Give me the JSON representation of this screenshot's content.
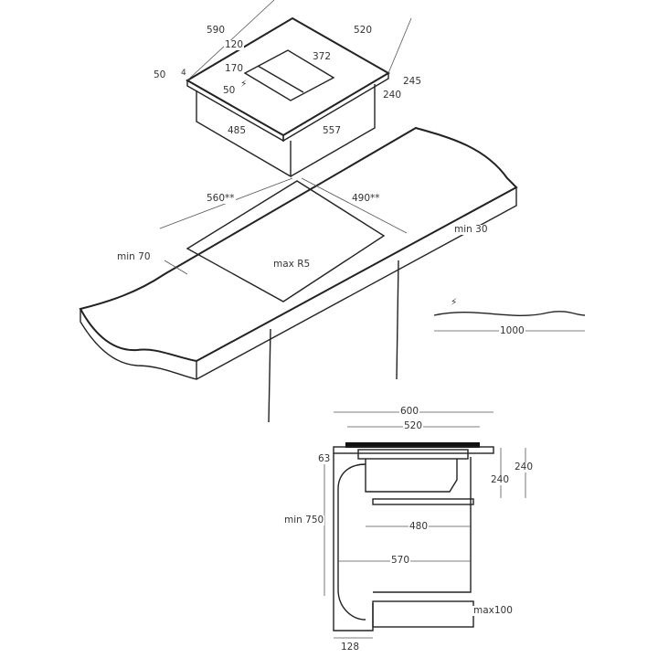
{
  "hob_dimensions": {
    "width": "590",
    "depth": "520",
    "zone_offset": "120",
    "zone_length": "372",
    "zone_width": "170",
    "edge_left": "50",
    "edge_small": "4",
    "edge_front": "50",
    "total_height": "245",
    "box_height": "240",
    "box_depth": "485",
    "box_width": "557"
  },
  "cutout_dimensions": {
    "width": "560**",
    "depth": "490**",
    "min_thickness": "min 30",
    "min_front": "min 70",
    "radius": "max R5"
  },
  "cable": {
    "length": "1000"
  },
  "cabinet_dimensions": {
    "cabinet_width": "600",
    "hob_width": "520",
    "top_offset": "63",
    "height_outer": "240",
    "height_inner": "240",
    "min_height": "min 750",
    "inner_width": "480",
    "shelf_width": "570",
    "plinth": "max100",
    "duct_depth": "128"
  }
}
